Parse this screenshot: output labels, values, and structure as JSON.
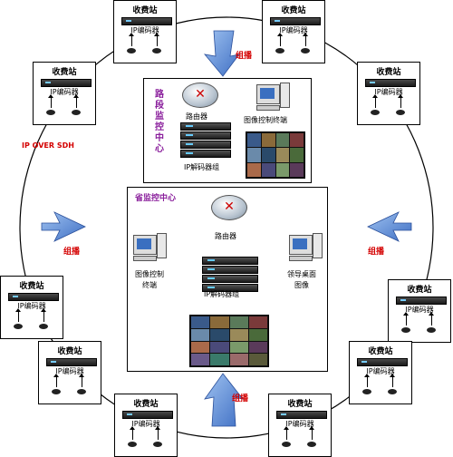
{
  "ring_label": "IP OVER SDH",
  "multicast_label": "组播",
  "stations": [
    {
      "title": "收费站",
      "encoder": "IP编码器"
    },
    {
      "title": "收费站",
      "encoder": "IP编码器"
    },
    {
      "title": "收费站",
      "encoder": "IP编码器"
    },
    {
      "title": "收费站",
      "encoder": "IP编码器"
    },
    {
      "title": "收费站",
      "encoder": "IP编码器"
    },
    {
      "title": "收费站",
      "encoder": "IP编码器"
    },
    {
      "title": "收费站",
      "encoder": "IP编码器"
    },
    {
      "title": "收费站",
      "encoder": "IP编码器"
    },
    {
      "title": "收费站",
      "encoder": "IP编码器"
    },
    {
      "title": "收费站",
      "encoder": "IP编码器"
    }
  ],
  "road_center": {
    "name": "路段监控中心",
    "router": "路由器",
    "terminal": "图像控制终端",
    "decoder_group": "IP解码器组"
  },
  "province_center": {
    "name": "省监控中心",
    "router": "路由器",
    "control_terminal": "图像控制终端",
    "leader_desktop": "领导桌面图像",
    "decoder_group": "IP解码器组"
  },
  "colors": {
    "center_title": "#8a1f9c",
    "multicast": "#d40000",
    "ring_label": "#d40000",
    "arrow_fill": "#5b8fd8"
  }
}
